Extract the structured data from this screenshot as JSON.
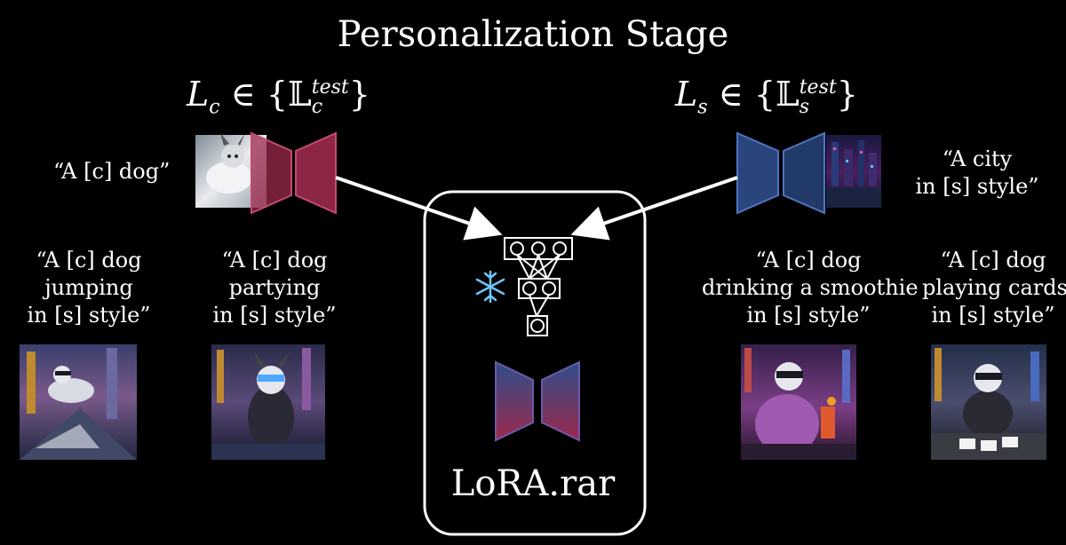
{
  "title": "Personalization Stage",
  "content_lora": {
    "symbol": "L",
    "sub": "c",
    "set_symbol": "𝕃",
    "set_sup": "test",
    "set_sub": "c"
  },
  "style_lora": {
    "symbol": "L",
    "sub": "s",
    "set_symbol": "𝕃",
    "set_sup": "test",
    "set_sub": "s"
  },
  "content_prompt": "“A [c] dog”",
  "style_prompt": [
    "“A city",
    "in [s] style”"
  ],
  "generated_prompts": [
    [
      "“A [c] dog",
      "jumping",
      "in [s] style”"
    ],
    [
      "“A [c] dog",
      "partying",
      "in [s] style”"
    ],
    [
      "“A [c] dog",
      "drinking a smoothie",
      "in [s] style”"
    ],
    [
      "“A [c] dog",
      "playing cards",
      "in [s] style”"
    ]
  ],
  "merger_label": "LoRA.rar",
  "colors": {
    "content": "#9c2a4c",
    "style": "#2e4d8a",
    "frozen": "#6ec6ff",
    "network": "#ffffff"
  },
  "icons": {
    "frozen": "snowflake-icon"
  }
}
